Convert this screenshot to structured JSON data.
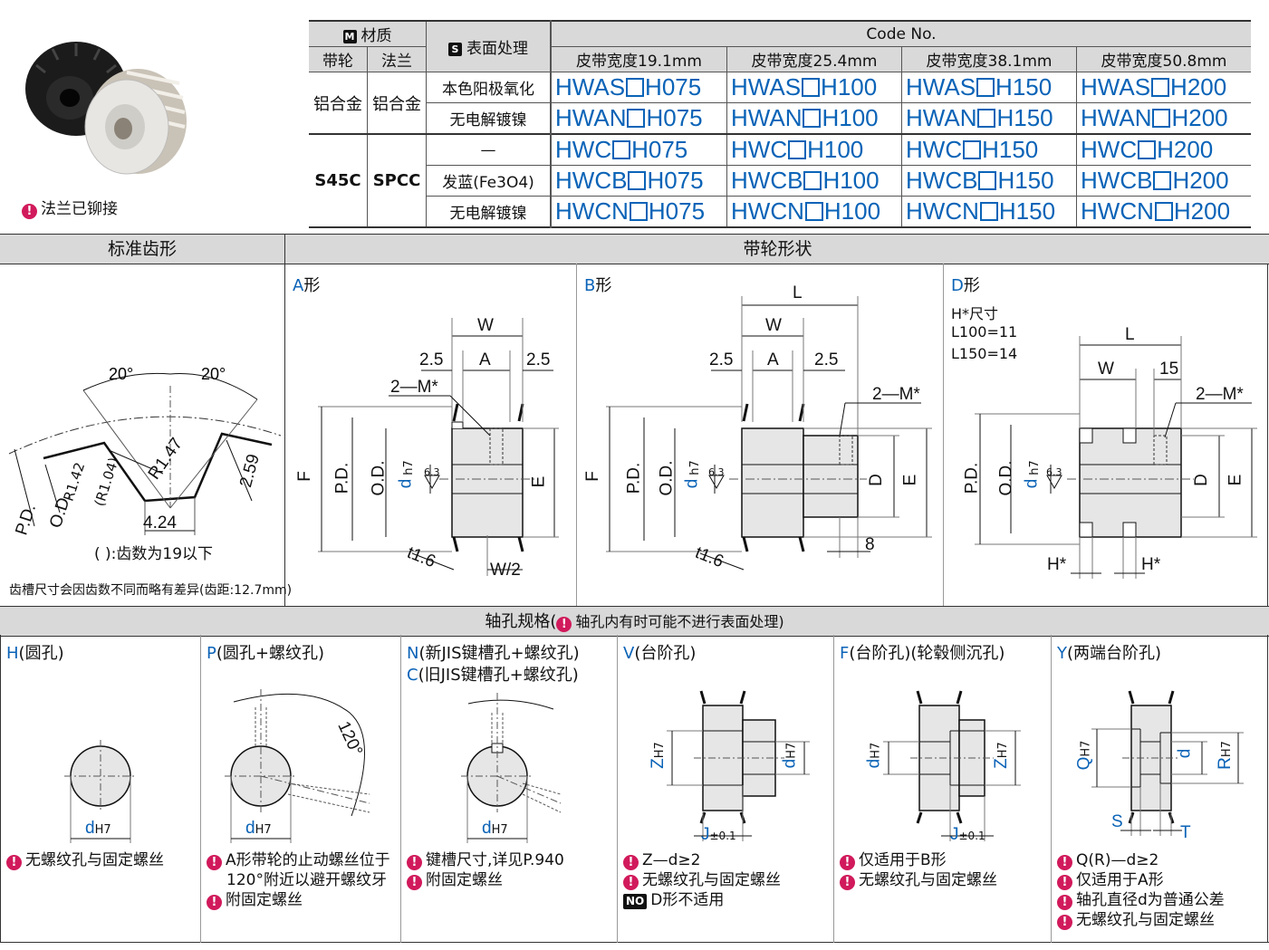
{
  "product_image": {
    "rivet_note": "法兰已铆接"
  },
  "spec_table": {
    "material_badge": "M",
    "material_header": "材质",
    "sub_pulley": "带轮",
    "sub_flange": "法兰",
    "surface_badge": "S",
    "surface_header": "表面处理",
    "code_header": "Code No.",
    "widths": [
      "皮带宽度19.1mm",
      "皮带宽度25.4mm",
      "皮带宽度38.1mm",
      "皮带宽度50.8mm"
    ],
    "groups": [
      {
        "pulley": "铝合金",
        "flange": "铝合金",
        "rows": [
          {
            "surface": "本色阳极氧化",
            "codes": [
              [
                "HWAS",
                "H075"
              ],
              [
                "HWAS",
                "H100"
              ],
              [
                "HWAS",
                "H150"
              ],
              [
                "HWAS",
                "H200"
              ]
            ]
          },
          {
            "surface": "无电解镀镍",
            "codes": [
              [
                "HWAN",
                "H075"
              ],
              [
                "HWAN",
                "H100"
              ],
              [
                "HWAN",
                "H150"
              ],
              [
                "HWAN",
                "H200"
              ]
            ]
          }
        ]
      },
      {
        "pulley": "S45C",
        "flange": "SPCC",
        "rows": [
          {
            "surface": "—",
            "codes": [
              [
                "HWC",
                "H075"
              ],
              [
                "HWC",
                "H100"
              ],
              [
                "HWC",
                "H150"
              ],
              [
                "HWC",
                "H200"
              ]
            ]
          },
          {
            "surface": "发蓝(Fe3O4)",
            "codes": [
              [
                "HWCB",
                "H075"
              ],
              [
                "HWCB",
                "H100"
              ],
              [
                "HWCB",
                "H150"
              ],
              [
                "HWCB",
                "H200"
              ]
            ]
          },
          {
            "surface": "无电解镀镍",
            "codes": [
              [
                "HWCN",
                "H075"
              ],
              [
                "HWCN",
                "H100"
              ],
              [
                "HWCN",
                "H150"
              ],
              [
                "HWCN",
                "H200"
              ]
            ]
          }
        ]
      }
    ]
  },
  "tooth_section": {
    "title": "标准齿形",
    "angles": [
      "20°",
      "20°"
    ],
    "labels": {
      "pd": "P.D.",
      "od": "O.D.",
      "r142": "R1.42",
      "r104": "(R1.04)",
      "r147": "R1.47",
      "h259": "2.59",
      "w424": "4.24"
    },
    "paren_note": "( ):齿数为19以下",
    "groove_note": "齿槽尺寸会因齿数不同而略有差异(齿距:12.7mm)"
  },
  "shape_section": {
    "title": "带轮形状",
    "a": {
      "label": "A形",
      "W": "W",
      "A": "A",
      "d25a": "2.5",
      "d25b": "2.5",
      "m": "2—M*",
      "F": "F",
      "PD": "P.D.",
      "OD": "O.D.",
      "d": "d",
      "h7": "h7",
      "rough": "6.3",
      "E": "E",
      "t": "t1.6",
      "w2": "W/2"
    },
    "b": {
      "label": "B形",
      "L": "L",
      "W": "W",
      "A": "A",
      "d25a": "2.5",
      "d25b": "2.5",
      "m": "2—M*",
      "F": "F",
      "PD": "P.D.",
      "OD": "O.D.",
      "d": "d",
      "h7": "h7",
      "rough": "6.3",
      "D": "D",
      "E": "E",
      "t": "t1.6",
      "eight": "8"
    },
    "d": {
      "label": "D形",
      "hnote": "H*尺寸",
      "l100": "L100=11",
      "l150": "L150=14",
      "L": "L",
      "W": "W",
      "fifteen": "15",
      "m": "2—M*",
      "PD": "P.D.",
      "OD": "O.D.",
      "d": "d",
      "h7": "h7",
      "rough": "6.3",
      "D": "D",
      "E": "E",
      "h1": "H*",
      "h2": "H*"
    }
  },
  "bore_section": {
    "title_prefix": "轴孔规格(",
    "title_note": "轴孔内有时可能不进行表面处理)",
    "types": [
      {
        "code": "H",
        "name": "(圆孔)",
        "notes": [
          "无螺纹孔与固定螺丝"
        ]
      },
      {
        "code": "P",
        "name": "(圆孔+螺纹孔)",
        "notes": [
          "A形带轮的止动螺丝位于",
          "120°附近以避开螺纹牙",
          "附固定螺丝"
        ],
        "angle": "120°"
      },
      {
        "code": "N",
        "name": "(新JIS键槽孔+螺纹孔)",
        "code2": "C",
        "name2": "(旧JIS键槽孔+螺纹孔)",
        "notes": [
          "键槽尺寸,详见P.940",
          "附固定螺丝"
        ]
      },
      {
        "code": "V",
        "name": "(台阶孔)",
        "notes": [
          "Z—d≥2",
          "无螺纹孔与固定螺丝",
          "D形不适用"
        ],
        "no_badge": "NO",
        "labels": {
          "Z": "Z",
          "d": "d",
          "H7": "H7",
          "J": "J",
          "tol": "±0.1"
        }
      },
      {
        "code": "F",
        "name": "(台阶孔)(轮毂侧沉孔)",
        "notes": [
          "仅适用于B形",
          "无螺纹孔与固定螺丝"
        ],
        "labels": {
          "Z": "Z",
          "d": "d",
          "H7": "H7",
          "J": "J",
          "tol": "±0.1"
        }
      },
      {
        "code": "Y",
        "name": "(两端台阶孔)",
        "notes": [
          "Q(R)—d≥2",
          "仅适用于A形",
          "轴孔直径d为普通公差",
          "无螺纹孔与固定螺丝"
        ],
        "labels": {
          "Q": "Q",
          "d": "d",
          "R": "R",
          "H7": "H7",
          "S": "S",
          "T": "T"
        }
      }
    ],
    "dh7": {
      "d": "d",
      "h7": "H7"
    }
  },
  "warn_icon": "warning-icon"
}
